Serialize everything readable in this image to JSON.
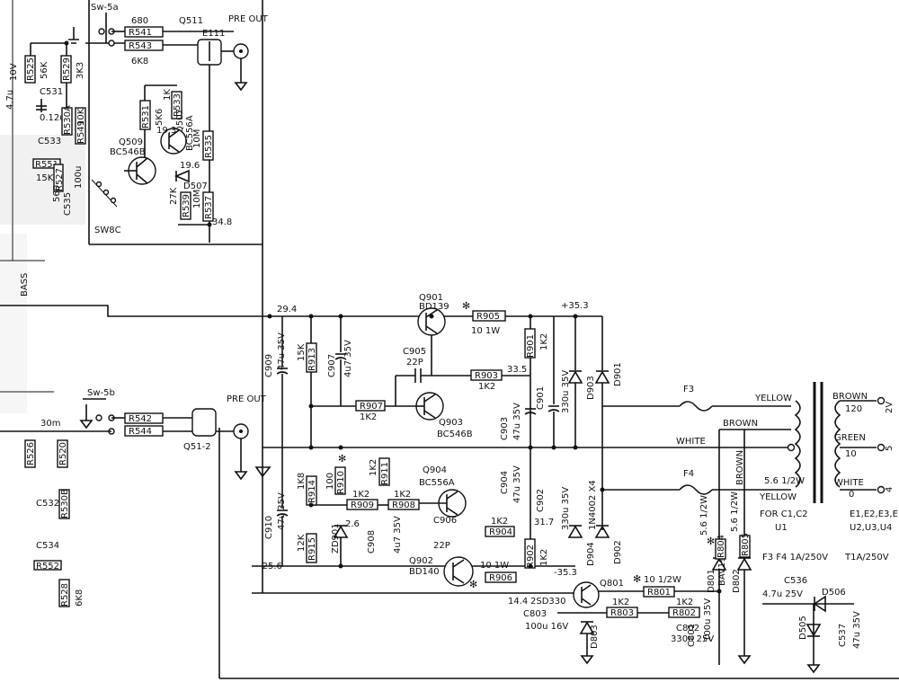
{
  "switch": {
    "sw5a": "Sw-5a",
    "sw8c": "SW8C",
    "sw5b": "Sw-5b"
  },
  "upper_left": {
    "r541": "R541",
    "r541_val": "680",
    "r543": "R543",
    "r543_val": "6K8",
    "r525": "R525",
    "r525_val": "56K",
    "r529": "R529",
    "r529_val": "3K3",
    "c531": "C531",
    "c531_val": "0.12u",
    "c_left_val": "4.7u",
    "c_left_volt": "10V",
    "r530a": "R530A",
    "r531": "R531",
    "r531_val": "5K6",
    "r533": "R533",
    "r533_val": "1K",
    "r535": "R535",
    "r535_val": "10M",
    "r537": "R537",
    "r537_val": "10M",
    "r539": "R539",
    "r539_val": "27K",
    "c533": "C533",
    "r551": "R551",
    "r551_val": "15K",
    "r527": "R527",
    "r527_val": "560",
    "c535": "C535",
    "c535_val": "100u",
    "r549": "R549",
    "r549_val": "10K",
    "q509": "Q509",
    "q509_part": "BC546B",
    "q507": "Q507",
    "q507_part": "BC556A",
    "q511": "Q511",
    "q511_part": "E111",
    "d507": "D507",
    "v196": "19.6",
    "v193": "19.3",
    "v348": "34.8",
    "pre_out_1": "PRE OUT",
    "bass": "BASS"
  },
  "lower_left": {
    "r542": "R542",
    "r544": "R544",
    "r526": "R526",
    "r520": "R520",
    "c532": "C532",
    "c534": "C534",
    "r552": "R552",
    "r528": "R528",
    "r528_val": "6K8",
    "r530b": "R530B",
    "q512": "Q51-2",
    "v30m": "30m",
    "pre_out_2": "PRE OUT"
  },
  "power_amp": {
    "v294": "29.4",
    "v256": "-25.6",
    "v353": "+35.3",
    "v353n": "-35.3",
    "v335": "33.5",
    "v317": "31.7",
    "v26": "2.6",
    "v144": "14.4",
    "q901": "Q901",
    "q901_part": "BD139",
    "q902": "Q902",
    "q902_part": "BD140",
    "q903": "Q903",
    "q903_part": "BC546B",
    "q904": "Q904",
    "q904_part": "BC556A",
    "r905": "R905",
    "r905_val": "10 1W",
    "r906": "R906",
    "r906_val": "10 1W",
    "r901": "R901",
    "r901_val": "1K2",
    "r902": "R902",
    "r902_val": "1K2",
    "r903": "R903",
    "r903_val": "1K2",
    "r904": "R904",
    "r904_val": "1K2",
    "r907": "R907",
    "r907_val": "1K2",
    "r908": "R908",
    "r908_val": "1K2",
    "r909": "R909",
    "r909_val": "1K2",
    "r910": "R910",
    "r910_val": "100",
    "r911": "R911",
    "r911_val": "1K2",
    "r913": "R913",
    "r913_val": "15K",
    "r914": "R914",
    "r914_val": "1K8",
    "r915": "R915",
    "r915_val": "12K",
    "c905": "C905",
    "c905_val": "22P",
    "c906": "C906",
    "c906_val": "22P",
    "c907": "C907",
    "c907_val": "4u7 35V",
    "c908": "C908",
    "c908_val": "4u7 35V",
    "c909": "C909",
    "c909_val": "47u 35V",
    "c910": "C910",
    "c910_val": "47u 35V",
    "c903": "C903",
    "c903_val": "47u 35V",
    "c904": "C904",
    "c904_val": "47u 35V",
    "c901": "C901",
    "c901_val": "330u 35V",
    "c902": "C902",
    "c902_val": "330u 35V",
    "d901": "D901",
    "d902": "D902",
    "d903": "D903",
    "d904": "D904",
    "zd901": "ZD901",
    "diodes_part": "1N4002 X4"
  },
  "regulator": {
    "q801": "Q801",
    "q801_part": "2SD330",
    "r801": "R801",
    "r801_val": "10 1/2W",
    "r803": "R803",
    "r803_val": "1K2",
    "r802": "R802",
    "r802_val": "1K2",
    "r804": "R804",
    "r804_val": "5.6 1/2W",
    "r805": "R805",
    "r805_val": "5.6 1/2W",
    "c803": "C803",
    "c803_val": "100u 16V",
    "c802": "C802",
    "c802_val": "330u 25V",
    "c801": "C801",
    "c801_val": "100u 35V",
    "d801": "D801",
    "d802": "D802",
    "d803": "D803",
    "bav192": "BAV192",
    "f3": "F3",
    "f4": "F4",
    "c536": "C536",
    "c536_val": "4.7u 25V",
    "c537": "C537",
    "c537_val": "47u 35V",
    "d505": "D505",
    "d506": "D506"
  },
  "transformer": {
    "yellow_top": "YELLOW",
    "brown_mid": "BROWN",
    "white": "WHITE",
    "brown_right": "BROWN",
    "yellow_bottom": "YELLOW",
    "r56": "5.6 1/2W",
    "sec_brown": "BROWN",
    "sec_brown_v": "120",
    "sec_green": "GREEN",
    "sec_green_v": "10",
    "sec_white": "WHITE",
    "sec_white_v": "0",
    "pin_2v": "2V",
    "pin_5": "5",
    "pin_4": "4"
  },
  "notes": {
    "for_c": "FOR C1,C2",
    "for_u": "U1",
    "e_list": "E1,E2,E3,E",
    "u_list": "U2,U3,U4",
    "f3_rating": "F3 F4 1A/250V",
    "t1a": "T1A/250V"
  }
}
